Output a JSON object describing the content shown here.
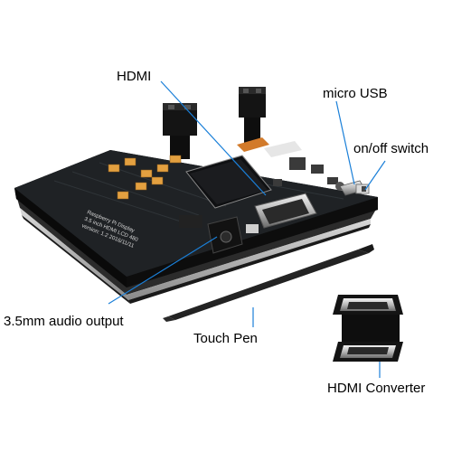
{
  "labels": {
    "hdmi": "HDMI",
    "micro_usb": "micro USB",
    "on_off_switch": "on/off switch",
    "audio_output": "3.5mm audio output",
    "touch_pen": "Touch Pen",
    "hdmi_converter": "HDMI Converter"
  },
  "board_print": {
    "line1": "Raspberry Pi Display",
    "line2": "3.5 inch HDMI LCD 480",
    "line3": "version: 1.2 2016/11/11"
  },
  "colors": {
    "pointer": "#1a7fd8",
    "board": "#16181a",
    "label": "#000000"
  }
}
